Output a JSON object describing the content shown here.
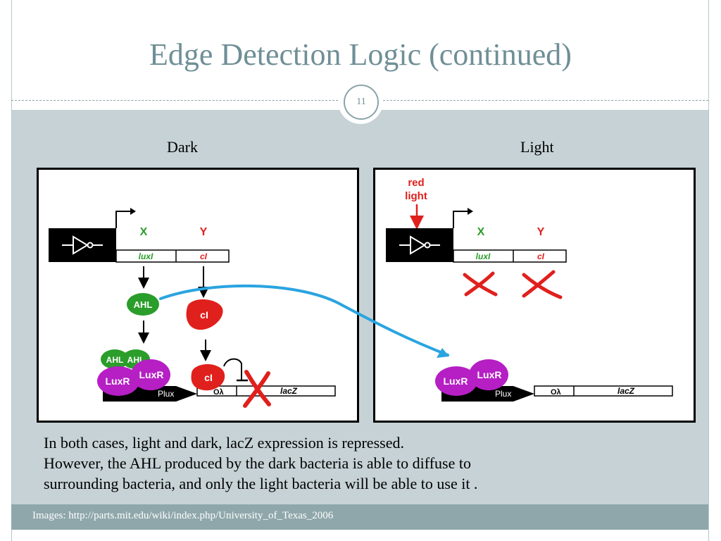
{
  "slide": {
    "title": "Edge Detection Logic (continued)",
    "page_number": "11"
  },
  "panels": {
    "dark": {
      "label": "Dark",
      "gene_x": "X",
      "gene_y": "Y",
      "luxi": "luxI",
      "ci_gene": "cI",
      "ahl": "AHL",
      "ci_protein": "cI",
      "ahl_pair_1": "AHL",
      "ahl_pair_2": "AHL",
      "luxr_1": "LuxR",
      "luxr_2": "LuxR",
      "ci_bound": "cI",
      "plux": "Plux",
      "olambda": "Oλ",
      "lacz": "lacZ"
    },
    "light": {
      "label": "Light",
      "red_light_1": "red",
      "red_light_2": "light",
      "gene_x": "X",
      "gene_y": "Y",
      "luxi": "luxI",
      "ci_gene": "cI",
      "luxr_1": "LuxR",
      "luxr_2": "LuxR",
      "plux": "Plux",
      "olambda": "Oλ",
      "lacz": "lacZ"
    }
  },
  "caption": {
    "line1": "In both cases, light and dark, lacZ expression is repressed.",
    "line2": "However, the AHL produced by the dark bacteria is able to diffuse to",
    "line3": "surrounding bacteria, and only the light bacteria will be able to use it ."
  },
  "footer": {
    "text": "Images: http://parts.mit.edu/wiki/index.php/University_of_Texas_2006"
  },
  "colors": {
    "title": "#6f8f96",
    "content_bg": "#c6d2d6",
    "footer_bg": "#8fa7ab",
    "green": "#2a9d2a",
    "red": "#e0201c",
    "purple": "#b51fc4",
    "arrow_blue": "#2aa4e0"
  }
}
